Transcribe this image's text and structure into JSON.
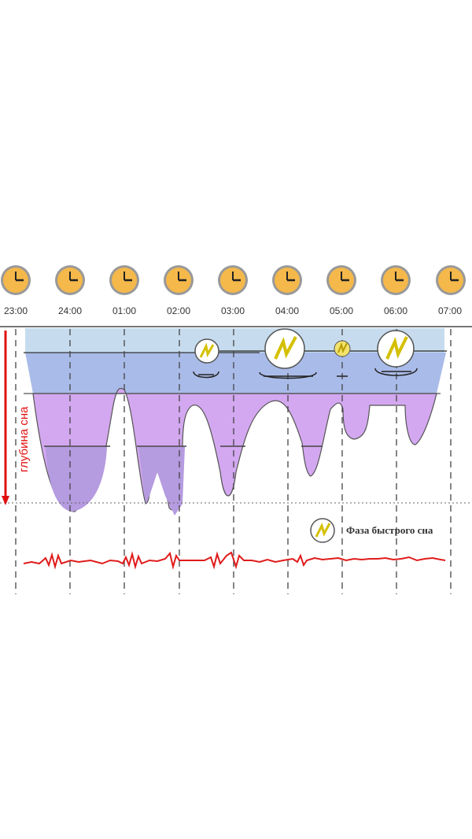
{
  "diagram": {
    "title": "",
    "y_axis_label": "глубина сна",
    "times": [
      "23:00",
      "24:00",
      "01:00",
      "02:00",
      "03:00",
      "04:00",
      "05:00",
      "06:00",
      "07:00"
    ],
    "legend": {
      "rem_label": "Фаза быстрого сна",
      "icon": "lightning-circle-icon"
    },
    "colors": {
      "awake_band": "#c6dcee",
      "light_sleep_band": "#a6b8e6",
      "deep_sleep_band": "#d3a8f0",
      "deepest_band": "#b59be0",
      "ekg_line": "#e01b1b",
      "axis_arrow": "#e01010",
      "clock_face": "#f5b84a"
    },
    "rem_phases": [
      {
        "time_approx": "02:30",
        "size": "medium"
      },
      {
        "time_approx": "04:00",
        "size": "large"
      },
      {
        "time_approx": "05:00",
        "size": "small"
      },
      {
        "time_approx": "06:00",
        "size": "large"
      }
    ]
  }
}
